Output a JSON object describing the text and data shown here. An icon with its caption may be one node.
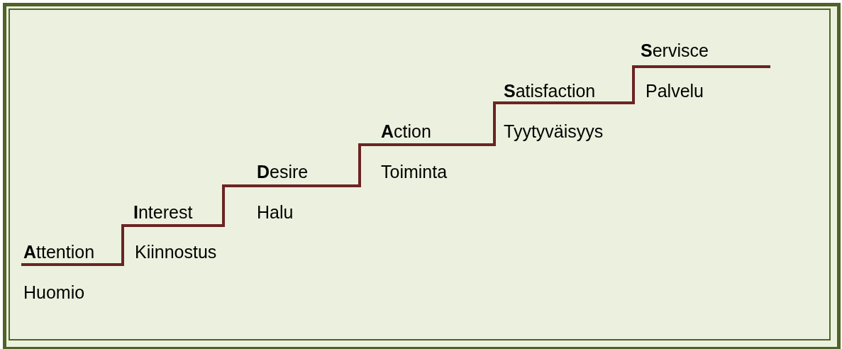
{
  "diagram": {
    "labels": [
      "**A**ttention",
      "Huomio",
      "**I**nterest",
      "Kiinnostus",
      "**D**esire",
      "Halu",
      "**A**ction",
      "Toiminta",
      "**S**atisfaction",
      "Tyytyväisyys",
      "**S**ervisce",
      "Palvelu"
    ]
  }
}
